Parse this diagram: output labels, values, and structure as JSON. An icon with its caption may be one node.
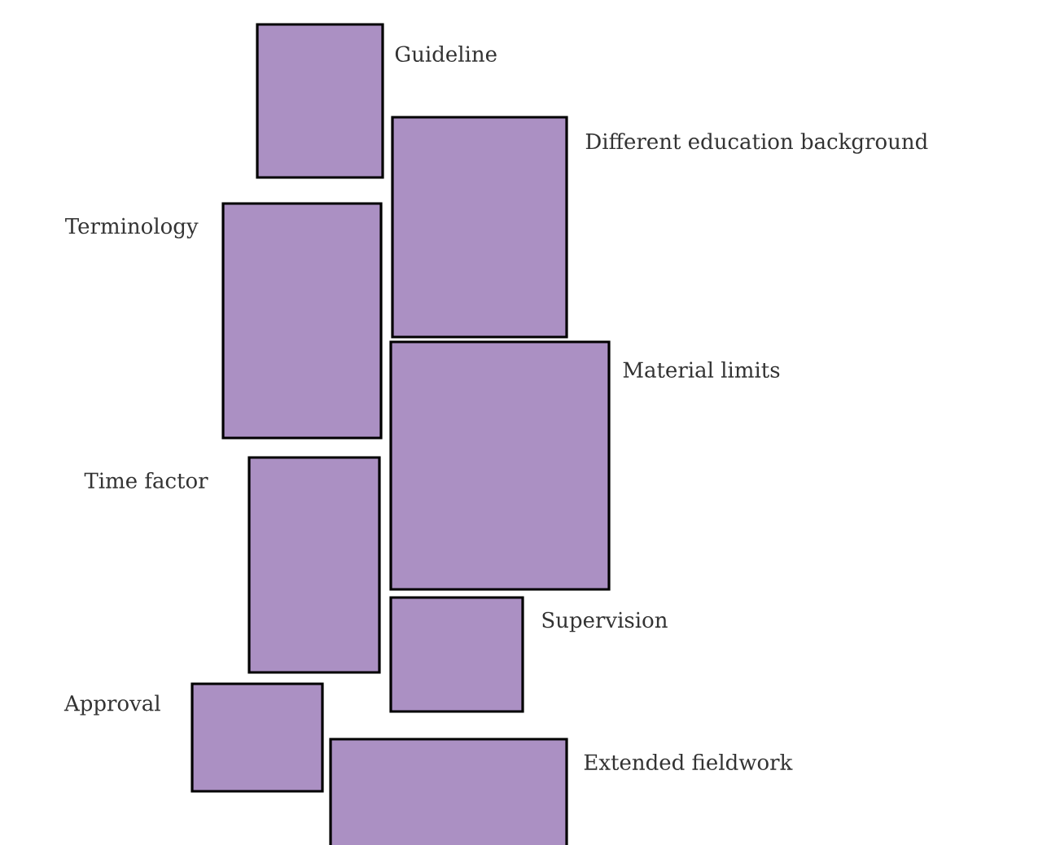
{
  "diagram": {
    "nodes": [
      {
        "text": [
          "Guideline"
        ]
      },
      {
        "text": [
          "Different education background"
        ]
      },
      {
        "text": [
          "Terminology"
        ]
      },
      {
        "text": [
          "Material limits"
        ]
      },
      {
        "text": [
          "Time factor"
        ]
      },
      {
        "text": [
          "Supervision"
        ]
      },
      {
        "text": [
          "Approval"
        ]
      },
      {
        "text": [
          "Extended fieldwork"
        ]
      }
    ]
  }
}
